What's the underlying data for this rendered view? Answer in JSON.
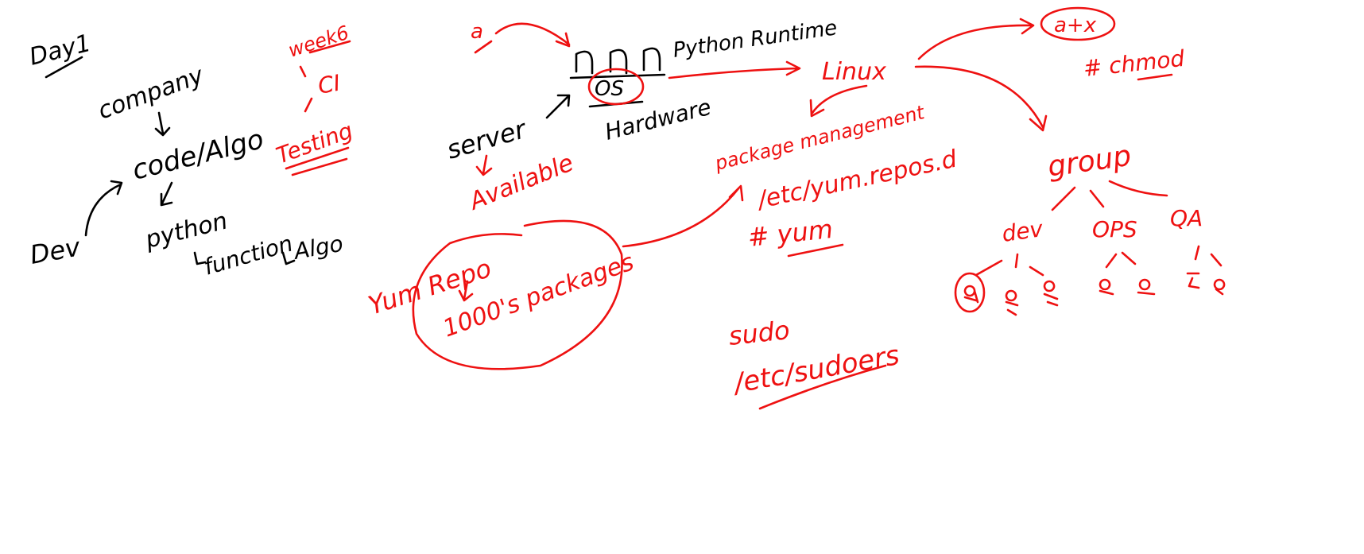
{
  "colors": {
    "background": "#ffffff",
    "black_ink": "#000000",
    "red_ink": "#ee1111"
  },
  "notes": {
    "day": "Day1",
    "company": "company",
    "code_algo": "code/Algo",
    "python": "python",
    "function_algo_a": "function",
    "function_algo_b": "Algo",
    "dev": "Dev",
    "week6": "week6",
    "ci": "CI",
    "testing": "Testing",
    "user_icon": "a",
    "python_runtime": "Python Runtime",
    "os": "OS",
    "server": "server",
    "hardware": "Hardware",
    "available": "Available",
    "linux": "Linux",
    "package_management": "package management",
    "yum_repos": "/etc/yum.repos.d",
    "yum_cmd": "# yum",
    "yum_repo": "Yum Repo",
    "packages": "1000's packages",
    "sudo": "sudo",
    "sudoers": "/etc/sudoers",
    "a_plus_x": "a+x",
    "chmod": "# chmod",
    "group": "group",
    "dev_group": "dev",
    "ops_group": "OPS",
    "qa_group": "QA"
  }
}
